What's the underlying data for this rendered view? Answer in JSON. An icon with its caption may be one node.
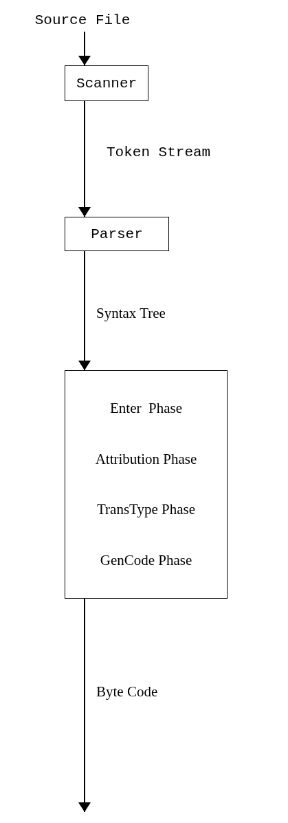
{
  "diagram": {
    "nodes": [
      {
        "text": [
          "Source File"
        ]
      },
      {
        "text": [
          "Scanner"
        ]
      },
      {
        "text": [
          "Parser"
        ]
      },
      {
        "text": [
          "Enter  Phase",
          "Attribution Phase",
          "TransType Phase",
          "GenCode Phase"
        ]
      }
    ],
    "edges": [
      {
        "from": 0,
        "to": 1,
        "arrow": "to"
      },
      {
        "from": 1,
        "to": 2,
        "arrow": "to",
        "label": "Token Stream"
      },
      {
        "from": 2,
        "to": 3,
        "arrow": "to",
        "label": "Syntax Tree"
      },
      {
        "from": 3,
        "to": null,
        "arrow": "to",
        "label": "Byte Code"
      }
    ]
  }
}
